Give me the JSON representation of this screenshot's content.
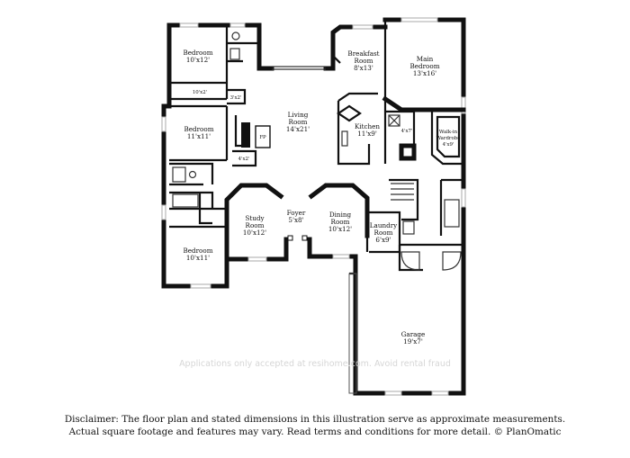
{
  "rooms": {
    "bedroom_top": {
      "name": "Bedroom",
      "dims": "10'x12'"
    },
    "bedroom_mid": {
      "name": "Bedroom",
      "dims": "11'x11'"
    },
    "bedroom_bot": {
      "name": "Bedroom",
      "dims": "10'x11'"
    },
    "living": {
      "name": "Living",
      "name2": "Room",
      "dims": "14'x21'"
    },
    "breakfast": {
      "name": "Breakfast",
      "name2": "Room",
      "dims": "8'x13'"
    },
    "main_bedroom": {
      "name": "Main",
      "name2": "Bedroom",
      "dims": "13'x16'"
    },
    "kitchen": {
      "name": "Kitchen",
      "dims": "11'x9'"
    },
    "walkin": {
      "name": "Walk-in",
      "name2": "Wardrobe",
      "dims": "4'x9'"
    },
    "foyer": {
      "name": "Foyer",
      "dims": "5'x8'"
    },
    "study": {
      "name": "Study",
      "name2": "Room",
      "dims": "10'x12'"
    },
    "dining": {
      "name": "Dining",
      "name2": "Room",
      "dims": "10'x12'"
    },
    "laundry": {
      "name": "Laundry",
      "name2": "Room",
      "dims": "6'x9'"
    },
    "garage": {
      "name": "Garage",
      "dims": "19'x7'"
    }
  },
  "small_labels": {
    "closet_10x2": "10'x2'",
    "closet_3x2": "3'x2'",
    "closet_4x2": "4'x2'",
    "fireplace": "FP",
    "pantry_4x7": "4'x7'"
  },
  "watermark": "Applications only accepted at resihome.com. Avoid rental fraud",
  "disclaimer": {
    "line1": "Disclaimer: The floor plan and stated dimensions in this illustration serve as approximate measurements.",
    "line2": "Actual square footage and features may vary. Read terms and conditions for more detail. © PlanOmatic"
  }
}
